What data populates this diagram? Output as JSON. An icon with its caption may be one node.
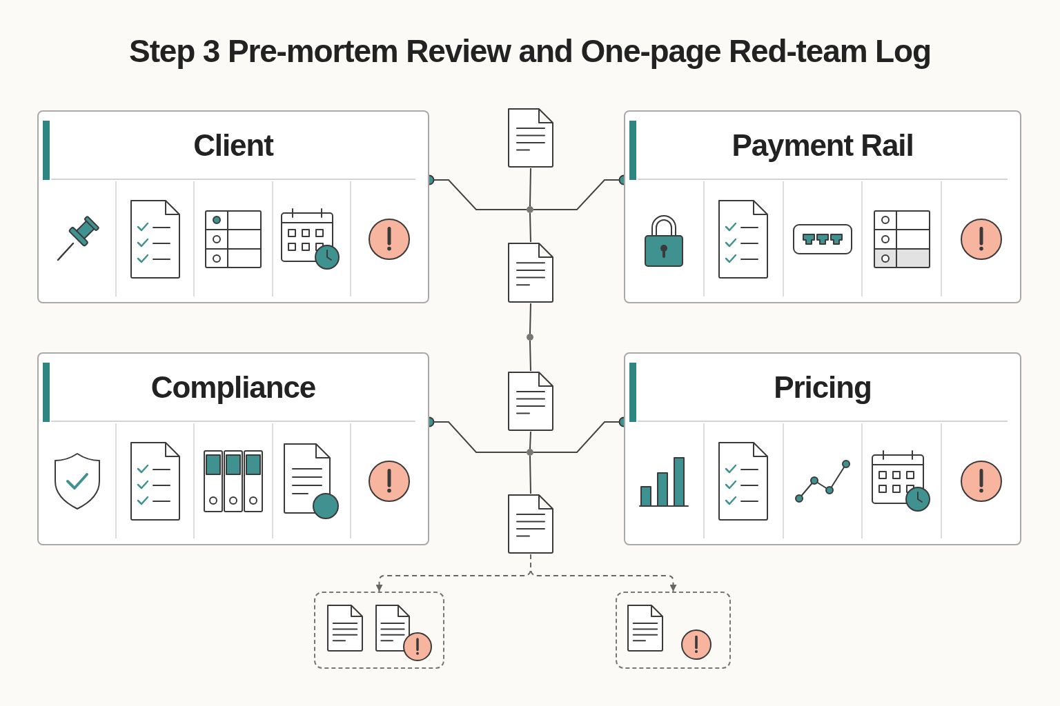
{
  "diagram": {
    "title": "Step 3 Pre-mortem Review and One-page Red-team Log",
    "nodes": [
      {
        "text": [
          "Client"
        ]
      },
      {
        "text": [
          "Payment Rail"
        ]
      },
      {
        "text": [
          "Compliance"
        ]
      },
      {
        "text": [
          "Pricing"
        ]
      },
      {
        "text": [],
        "shape": "document"
      },
      {
        "text": [],
        "shape": "document"
      },
      {
        "text": [],
        "shape": "document"
      },
      {
        "text": [],
        "shape": "document"
      },
      {
        "text": [],
        "shape": "circle"
      },
      {
        "text": [],
        "shape": "circle"
      },
      {
        "text": [],
        "shape": "circle"
      },
      {
        "text": [],
        "shape": "box"
      },
      {
        "text": [],
        "shape": "box"
      }
    ],
    "edges": [
      {
        "from": 0,
        "to": 8,
        "arrow": "other"
      },
      {
        "from": 1,
        "to": 8,
        "arrow": "other"
      },
      {
        "from": 4,
        "to": 8,
        "arrow": "none"
      },
      {
        "from": 8,
        "to": 5,
        "arrow": "none"
      },
      {
        "from": 5,
        "to": 9,
        "arrow": "none"
      },
      {
        "from": 9,
        "to": 6,
        "arrow": "none"
      },
      {
        "from": 2,
        "to": 10,
        "arrow": "other"
      },
      {
        "from": 3,
        "to": 10,
        "arrow": "other"
      },
      {
        "from": 6,
        "to": 10,
        "arrow": "none"
      },
      {
        "from": 10,
        "to": 7,
        "arrow": "none"
      },
      {
        "from": 7,
        "to": 11,
        "arrow": "to",
        "style": "dashed"
      },
      {
        "from": 7,
        "to": 12,
        "arrow": "to",
        "style": "dashed"
      }
    ]
  }
}
